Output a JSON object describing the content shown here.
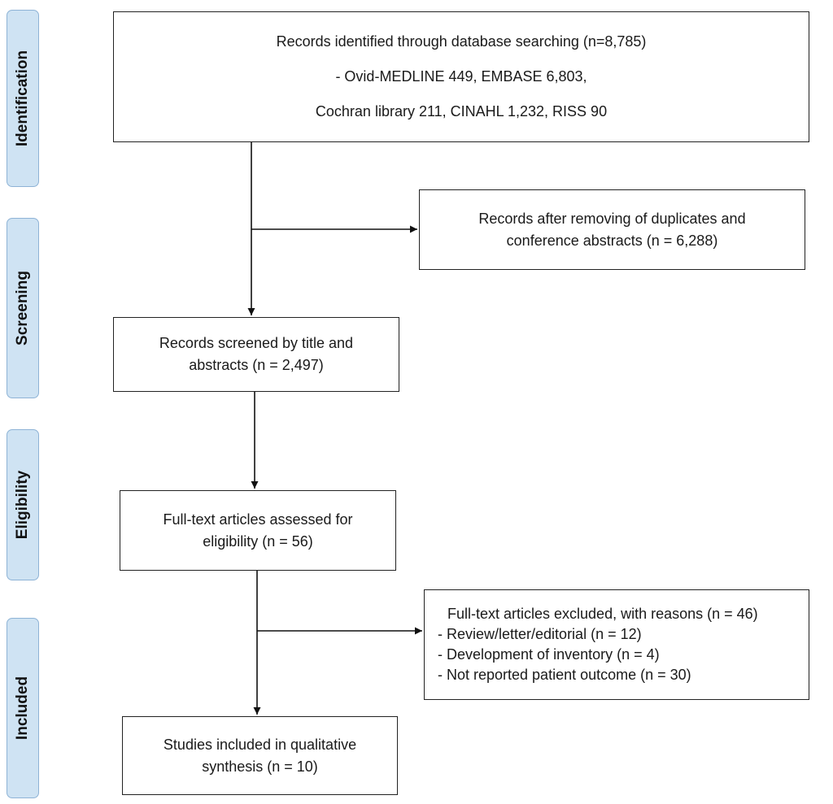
{
  "stages": [
    {
      "id": "identification",
      "label": "Identification"
    },
    {
      "id": "screening",
      "label": "Screening"
    },
    {
      "id": "eligibility",
      "label": "Eligibility"
    },
    {
      "id": "included",
      "label": "Included"
    }
  ],
  "boxes": {
    "identified": {
      "lines": [
        "Records identified through database searching (n=8,785)",
        "- Ovid-MEDLINE 449, EMBASE 6,803,",
        "Cochran library 211, CINAHL 1,232,  RISS 90"
      ]
    },
    "removed": {
      "lines": [
        "Records after removing of duplicates and",
        "conference abstracts (n = 6,288)"
      ]
    },
    "screened": {
      "lines": [
        "Records screened by title and",
        "abstracts (n = 2,497)"
      ]
    },
    "fulltext": {
      "lines": [
        "Full-text articles assessed for",
        "eligibility (n = 56)"
      ]
    },
    "excluded": {
      "lines": [
        "Full-text articles excluded, with reasons (n = 46)",
        "- Review/letter/editorial (n = 12)",
        "- Development of inventory (n = 4)",
        "- Not reported patient outcome (n = 30)"
      ]
    },
    "included": {
      "lines": [
        "Studies included in qualitative",
        "synthesis (n = 10)"
      ]
    }
  }
}
